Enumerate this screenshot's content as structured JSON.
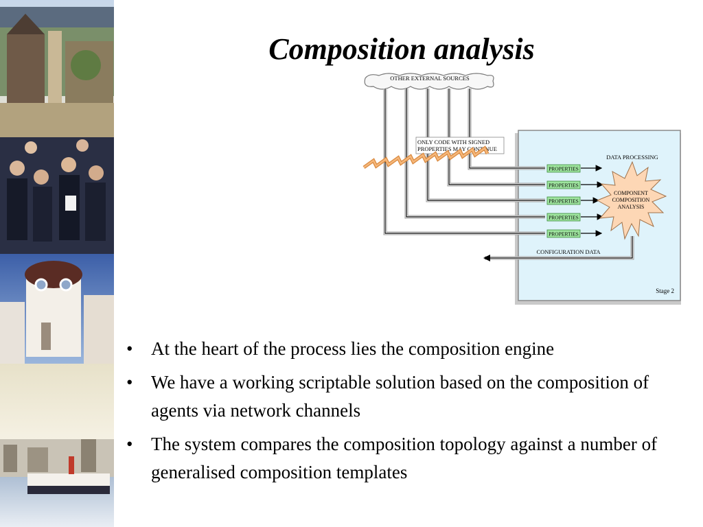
{
  "slide": {
    "title": "Composition analysis",
    "bullets": [
      "At the heart of the process lies the composition engine",
      "We have a working scriptable solution based on the composition of agents via network channels",
      "The system compares the composition topology against a number of generalised composition templates"
    ],
    "bullet_glyph": "•"
  },
  "diagram": {
    "source_label": "OTHER EXTERNAL SOURCES",
    "filter_label_line1": "ONLY CODE WITH SIGNED",
    "filter_label_line2": "PROPERTIES MAY CONTINUE",
    "processing_label": "DATA PROCESSING",
    "properties_labels": [
      "PROPERTIES",
      "PROPERTIES",
      "PROPERTIES",
      "PROPERTIES",
      "PROPERTIES"
    ],
    "engine_label_line1": "COMPONENT",
    "engine_label_line2": "COMPOSITION",
    "engine_label_line3": "ANALYSIS",
    "config_label": "CONFIGURATION DATA",
    "stage_label": "Stage 2",
    "colors": {
      "stage_panel": "#dff3fb",
      "properties_box": "#9fe59f",
      "engine_burst": "#fdd7b5",
      "filter_bolt": "#f5b77a"
    }
  }
}
